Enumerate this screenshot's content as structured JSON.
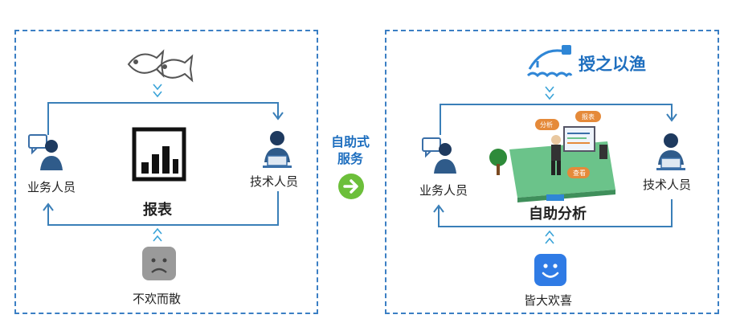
{
  "left_panel": {
    "business_label": "业务人员",
    "tech_label": "技术人员",
    "center_label": "报表",
    "bottom_label": "不欢而散"
  },
  "middle": {
    "line1": "自助式",
    "line2": "服务"
  },
  "right_panel": {
    "title": "授之以渔",
    "business_label": "业务人员",
    "tech_label": "技术人员",
    "center_label": "自助分析",
    "bottom_label": "皆大欢喜",
    "bubble_labels": [
      "分析",
      "报表",
      "查看"
    ]
  },
  "colors": {
    "panel_border": "#3b7fc4",
    "flow_line": "#3a7fb8",
    "arrow_green": "#6cbf3a",
    "title_blue": "#1f6fbf",
    "happy_blue": "#2f7be5",
    "sad_gray": "#9a9a9a"
  }
}
